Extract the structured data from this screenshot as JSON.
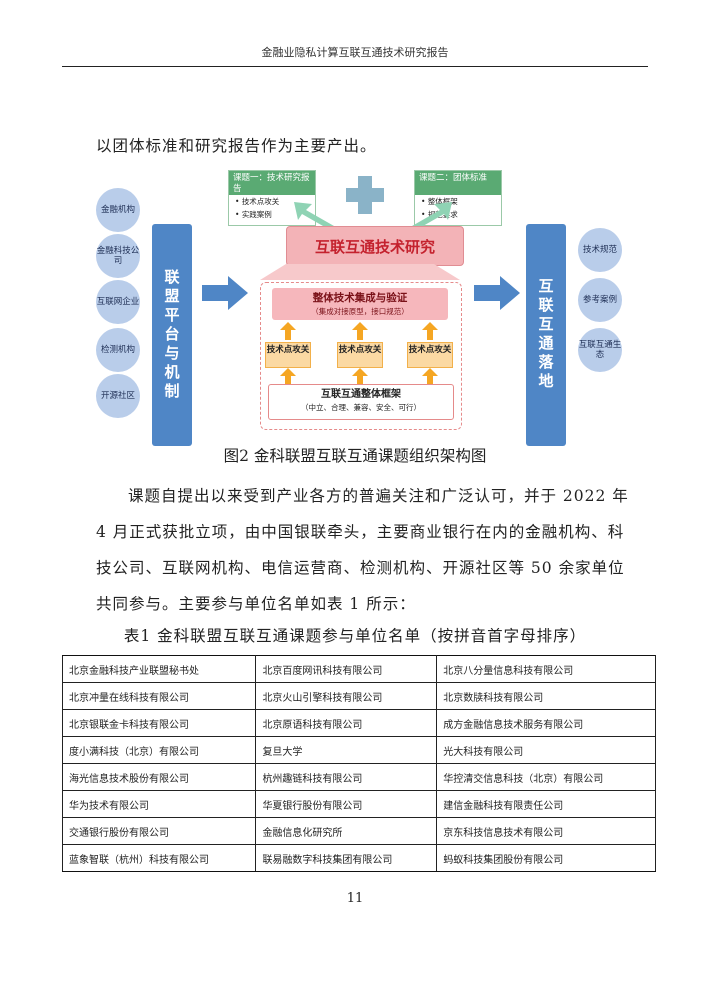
{
  "header": {
    "title": "金融业隐私计算互联互通技术研究报告"
  },
  "intro_line": "以团体标准和研究报告作为主要产出。",
  "diagram": {
    "left_entities": [
      "金融机构",
      "金融科技公司",
      "互联网企业",
      "检测机构",
      "开源社区"
    ],
    "left_bar": "联盟平台与机制",
    "topic1": {
      "title": "课题一：技术研究报告",
      "items": [
        "技术点攻关",
        "实践案例"
      ]
    },
    "topic2": {
      "title": "课题二：团体标准",
      "items": [
        "整体框架",
        "规范要求"
      ]
    },
    "center_title": "互联互通技术研究",
    "integration": {
      "title": "整体技术集成与验证",
      "subtitle": "（集成对接原型，接口规范）"
    },
    "tech_points": [
      "技术点攻关",
      "技术点攻关",
      "技术点攻关"
    ],
    "framework": {
      "title": "互联互通整体框架",
      "subtitle": "（中立、合理、兼容、安全、可行）"
    },
    "right_bar": "互联互通落地",
    "right_entities": [
      "技术规范",
      "参考案例",
      "互联互通生态"
    ]
  },
  "figure_caption": "图2 金科联盟互联互通课题组织架构图",
  "body_paragraph": {
    "line1": "课题自提出以来受到产业各方的普遍关注和广泛认可，并于 2022 年",
    "line2": "4 月正式获批立项，由中国银联牵头，主要商业银行在内的金融机构、科",
    "line3": "技公司、互联网机构、电信运营商、检测机构、开源社区等 50 余家单位",
    "line4": "共同参与。主要参与单位名单如表 1 所示："
  },
  "table_caption": "表1 金科联盟互联互通课题参与单位名单（按拼音首字母排序）",
  "table": {
    "rows": [
      [
        "北京金融科技产业联盟秘书处",
        "北京百度网讯科技有限公司",
        "北京八分量信息科技有限公司"
      ],
      [
        "北京冲量在线科技有限公司",
        "北京火山引擎科技有限公司",
        "北京数牍科技有限公司"
      ],
      [
        "北京银联金卡科技有限公司",
        "北京原语科技有限公司",
        "成方金融信息技术服务有限公司"
      ],
      [
        "度小满科技（北京）有限公司",
        "复旦大学",
        "光大科技有限公司"
      ],
      [
        "海光信息技术股份有限公司",
        "杭州趣链科技有限公司",
        "华控清交信息科技（北京）有限公司"
      ],
      [
        "华为技术有限公司",
        "华夏银行股份有限公司",
        "建信金融科技有限责任公司"
      ],
      [
        "交通银行股份有限公司",
        "金融信息化研究所",
        "京东科技信息技术有限公司"
      ],
      [
        "蓝象智联（杭州）科技有限公司",
        "联易融数字科技集团有限公司",
        "蚂蚁科技集团股份有限公司"
      ]
    ]
  },
  "page_number": "11"
}
